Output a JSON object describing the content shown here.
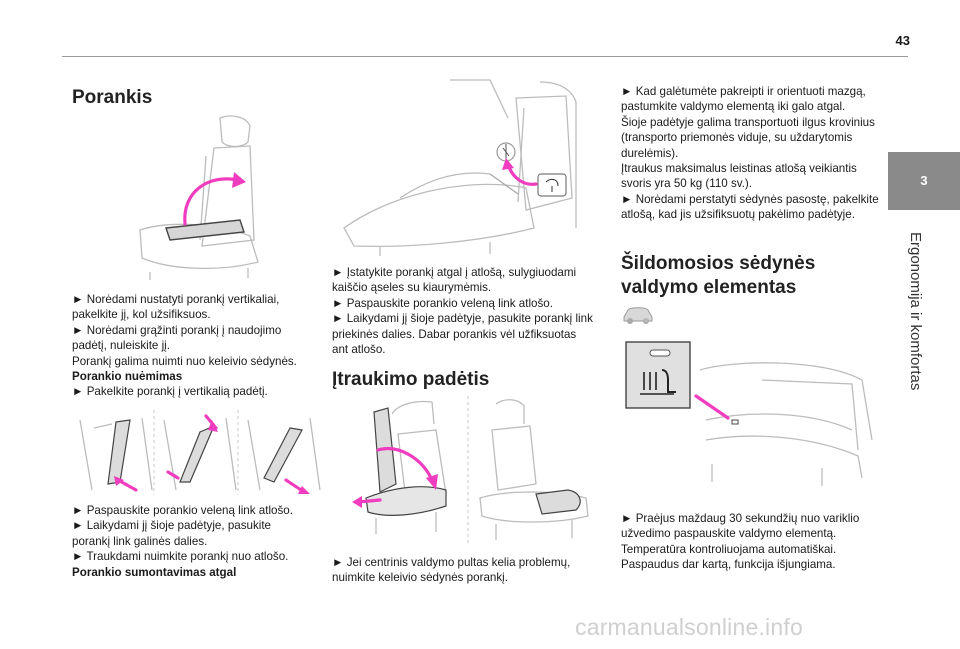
{
  "page": {
    "number": "43",
    "chapter_tab": "3",
    "chapter_title": "Ergonomija ir komfortas",
    "watermark": "carmanualsonline.info"
  },
  "col1": {
    "heading": "Porankis",
    "block1": [
      "► Norėdami nustatyti porankį vertikaliai, pakelkite jį, kol užsifiksuos.",
      "► Norėdami grąžinti porankį į naudojimo padėtį, nuleiskite jį.",
      "Porankį galima nuimti nuo keleivio sėdynės."
    ],
    "subheading1": "Porankio nuėmimas",
    "block2": [
      "► Pakelkite porankį į vertikalią padėtį."
    ],
    "block3": [
      "► Paspauskite porankio veleną link atlošo.",
      "► Laikydami jį šioje padėtyje, pasukite porankį link galinės dalies.",
      "► Traukdami nuimkite porankį nuo atlošo."
    ],
    "subheading2": "Porankio sumontavimas atgal"
  },
  "col2": {
    "block1": [
      "► Įstatykite porankį atgal į atlošą, sulygiuodami kaiščio ąseles su kiaurymėmis.",
      "► Paspauskite porankio veleną link atlošo.",
      "► Laikydami jį šioje padėtyje, pasukite porankį link priekinės dalies. Dabar porankis vėl užfiksuotas ant atlošo."
    ],
    "heading": "Įtraukimo padėtis",
    "block2": [
      "► Jei centrinis valdymo pultas kelia problemų, nuimkite keleivio sėdynės porankį."
    ]
  },
  "col3": {
    "block1": [
      "► Kad galėtumėte pakreipti ir orientuoti mazgą, pastumkite valdymo elementą iki galo atgal.",
      "Šioje padėtyje galima transportuoti ilgus krovinius (transporto priemonės viduje, su uždarytomis durelėmis).",
      "Įtraukus maksimalus leistinas atlošą veikiantis svoris yra 50 kg (110 sv.).",
      "► Norėdami perstatyti sėdynės pasostę, pakelkite atlošą, kad jis užsifiksuotų pakėlimo padėtyje."
    ],
    "heading": "Šildomosios sėdynės valdymo elementas",
    "block2": [
      "► Praėjus maždaug 30 sekundžių nuo variklio užvedimo paspauskite valdymo elementą.",
      "Temperatūra kontroliuojama automatiškai.",
      "Paspaudus dar kartą, funkcija išjungiama."
    ]
  },
  "colors": {
    "accent": "#f03cbf",
    "tab": "#8a8a8a"
  },
  "icons": [
    "car-mini-icon",
    "seat-heater-icon"
  ]
}
